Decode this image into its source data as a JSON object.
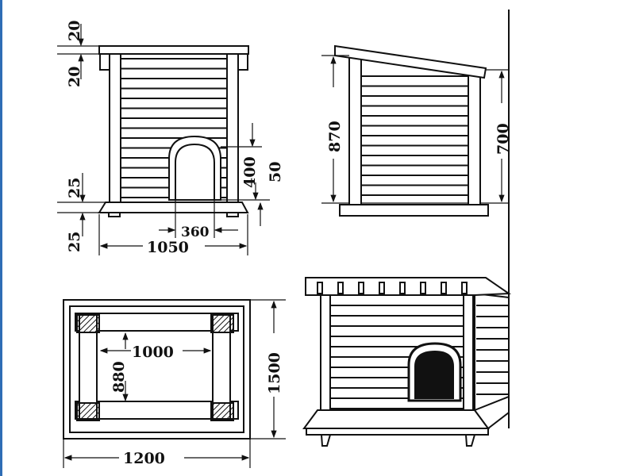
{
  "title": "Doghouse construction drawing",
  "front_view": {
    "roof_thickness_top": "20",
    "roof_thickness_bottom": "20",
    "base_top": "25",
    "base_bottom": "25",
    "door_width": "360",
    "total_width": "1050",
    "door_height": "400",
    "door_sill": "50"
  },
  "side_view": {
    "front_height": "870",
    "rear_height": "700"
  },
  "plan_view": {
    "inner_length": "1000",
    "inner_width": "880",
    "outer_depth": "1500",
    "outer_width": "1200"
  },
  "colors": {
    "ink": "#111111",
    "edge": "#2f6db5"
  }
}
